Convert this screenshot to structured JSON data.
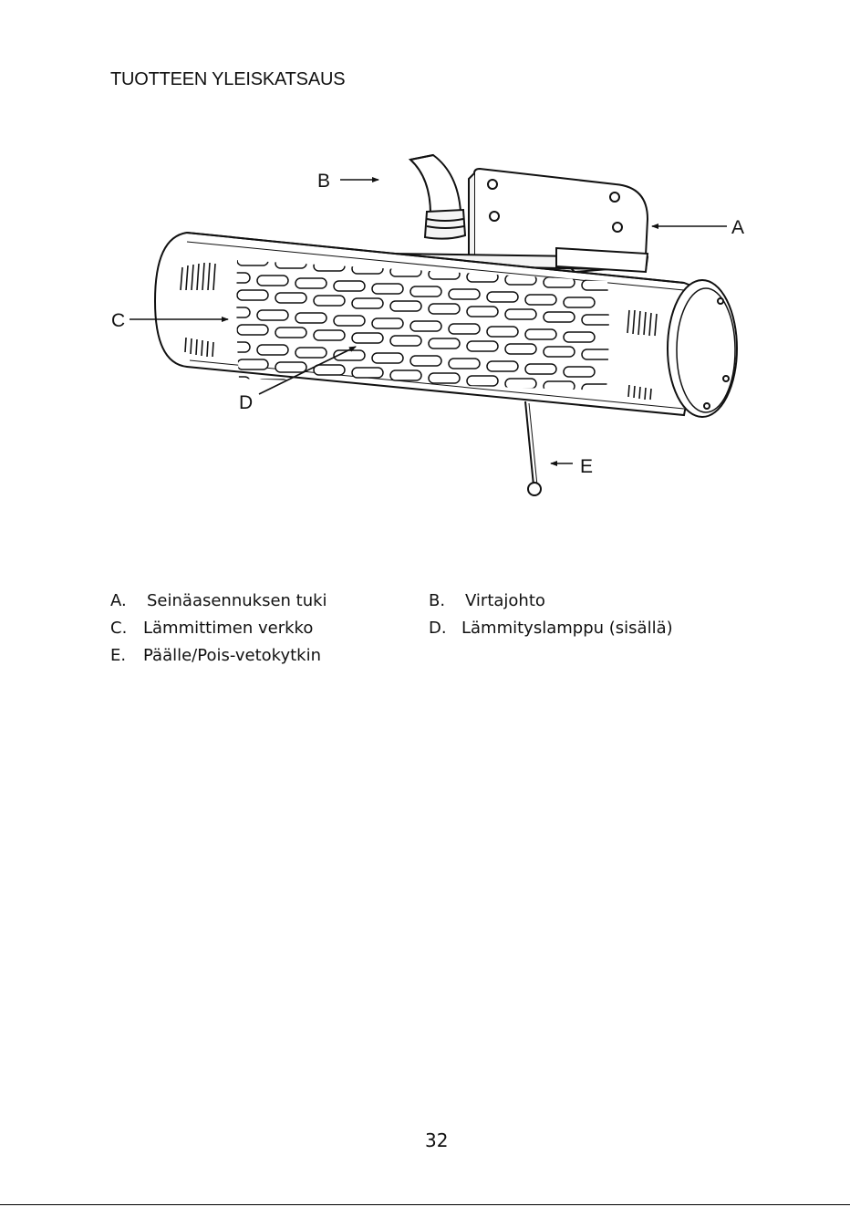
{
  "page_title": "TUOTTEEN YLEISKATSAUS",
  "callouts": {
    "a": "A",
    "b": "B",
    "c": "C",
    "d": "D",
    "e": "E"
  },
  "legend": [
    {
      "letter": "A.",
      "text": "Seinäasennuksen tuki"
    },
    {
      "letter": "B.",
      "text": "Virtajohto"
    },
    {
      "letter": "C.",
      "text": "Lämmittimen verkko"
    },
    {
      "letter": "D.",
      "text": "Lämmityslamppu (sisällä)"
    },
    {
      "letter": "E.",
      "text": "Päälle/Pois-vetokytkin"
    }
  ],
  "page_number": "32"
}
